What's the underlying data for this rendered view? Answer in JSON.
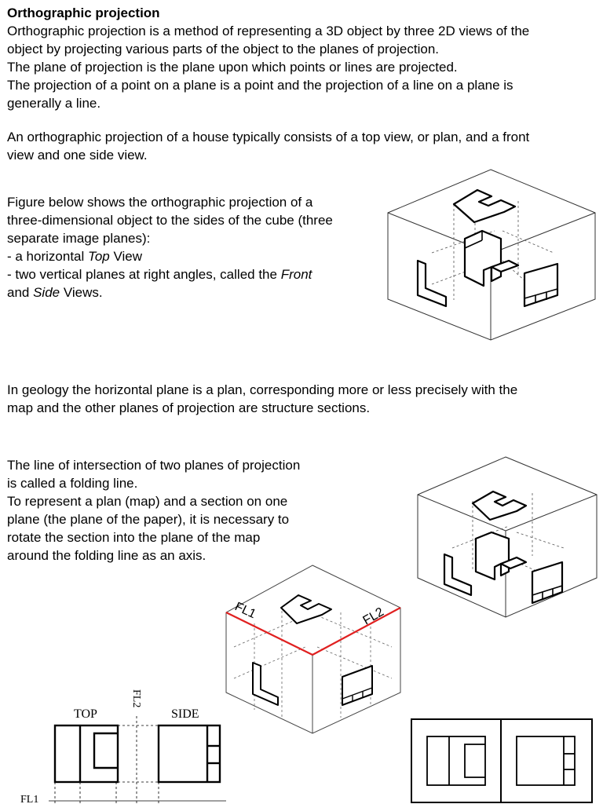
{
  "title": "Orthographic projection",
  "intro": [
    "Orthographic projection is a method of representing a 3D object by three 2D views of the",
    "object by projecting various parts of the object to the planes of projection.",
    "The plane of projection is the plane upon which points or lines are projected.",
    "The projection of a point on a plane is a point and the projection of a line on a plane is",
    "generally a line."
  ],
  "house": [
    "An orthographic projection of a house typically consists of a top view, or plan, and a front",
    "view and one side view."
  ],
  "figure_text": {
    "l1": "Figure below shows the orthographic projection of a",
    "l2": "three-dimensional object to the sides of the cube (three",
    "l3": "separate image planes):",
    "l4_pre": "- a horizontal ",
    "l4_it": "Top",
    "l4_post": " View",
    "l5_pre": "- two vertical planes at right angles, called the ",
    "l5_it": "Front",
    "l6_pre": "and ",
    "l6_it": "Side",
    "l6_post": " Views."
  },
  "geology": [
    "In geology the horizontal plane is a plan, corresponding more or less precisely with the",
    "map and the other planes of projection are structure sections."
  ],
  "folding": [
    "The line of intersection of two planes of projection",
    "is called a folding line.",
    "To represent a plan (map) and a section on one",
    "plane (the plane of the paper), it is necessary to",
    "rotate the section into the plane of the map",
    "around the folding line as an axis."
  ],
  "cube_labels": {
    "fl1": "FL1",
    "fl2": "FL2"
  },
  "flat_labels": {
    "top": "TOP",
    "side": "SIDE",
    "fl1": "FL1",
    "fl2": "FL2"
  },
  "colors": {
    "folding_line": "#e02020",
    "text": "#000000"
  }
}
